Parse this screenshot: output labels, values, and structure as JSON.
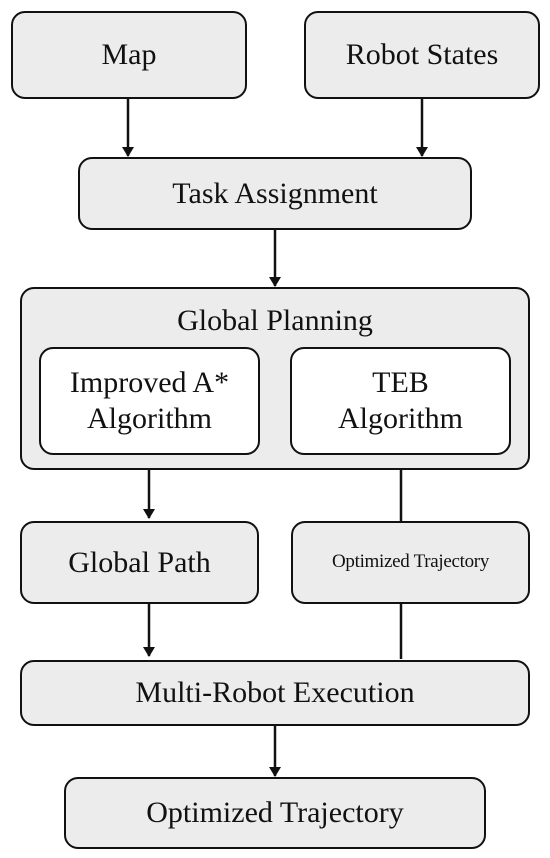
{
  "nodes": {
    "map": "Map",
    "robot_states": "Robot States",
    "task_assignment": "Task Assignment",
    "global_planning": "Global Planning",
    "improved_astar_line1": "Improved A*",
    "improved_astar_line2": "Algorithm",
    "teb_line1": "TEB",
    "teb_line2": "Algorithm",
    "global_path": "Global Path",
    "optimized_trajectory_side": "Optimized Trajectory",
    "multi_robot_execution": "Multi-Robot Execution",
    "optimized_trajectory_final": "Optimized Trajectory"
  },
  "colors": {
    "box_fill": "#ececec",
    "inner_fill": "#ffffff",
    "stroke": "#111111"
  }
}
